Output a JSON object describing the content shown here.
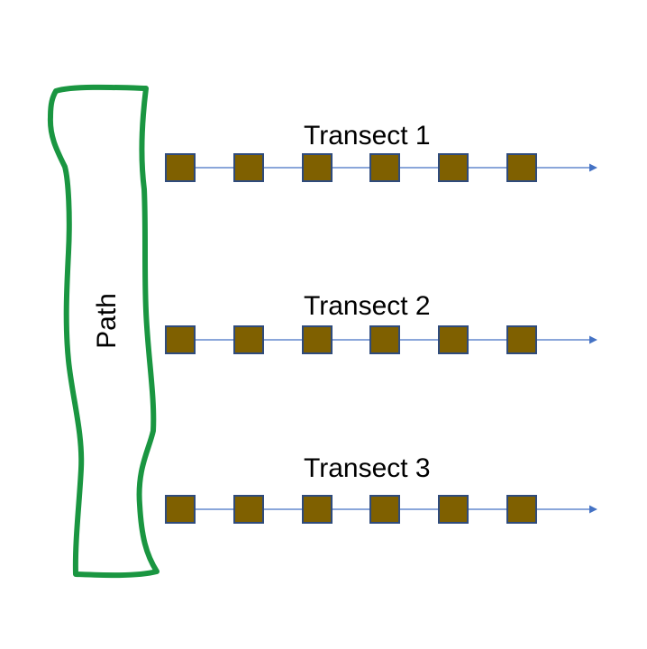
{
  "path": {
    "label": "Path",
    "outline_color": "#1a9641"
  },
  "transects": [
    {
      "label": "Transect 1",
      "quadrat_count": 6
    },
    {
      "label": "Transect 2",
      "quadrat_count": 6
    },
    {
      "label": "Transect 3",
      "quadrat_count": 6
    }
  ],
  "colors": {
    "line": "#4472c4",
    "quadrat_fill": "#7f6000",
    "quadrat_stroke": "#2f4b7c"
  }
}
